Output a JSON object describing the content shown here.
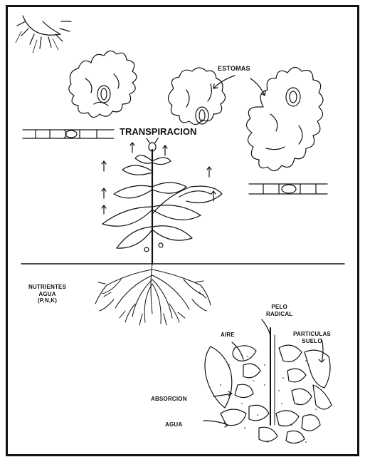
{
  "labels": {
    "estomas": "ESTOMAS",
    "transpiracion": "TRANSPIRACION",
    "nutrientes": [
      "NUTRIENTES",
      "AGUA",
      "(P,N,K)"
    ],
    "pelo_radical": [
      "PELO",
      "RADICAL"
    ],
    "aire": "AIRE",
    "particulas_suelo": [
      "PARTICULAS",
      "SUELO"
    ],
    "absorcion": "ABSORCION",
    "agua": "AGUA"
  },
  "colors": {
    "ink": "#111111",
    "paper": "#ffffff"
  },
  "icons": [
    "sun-icon",
    "plant-illustration",
    "stomata-cell",
    "root-hair-detail"
  ]
}
